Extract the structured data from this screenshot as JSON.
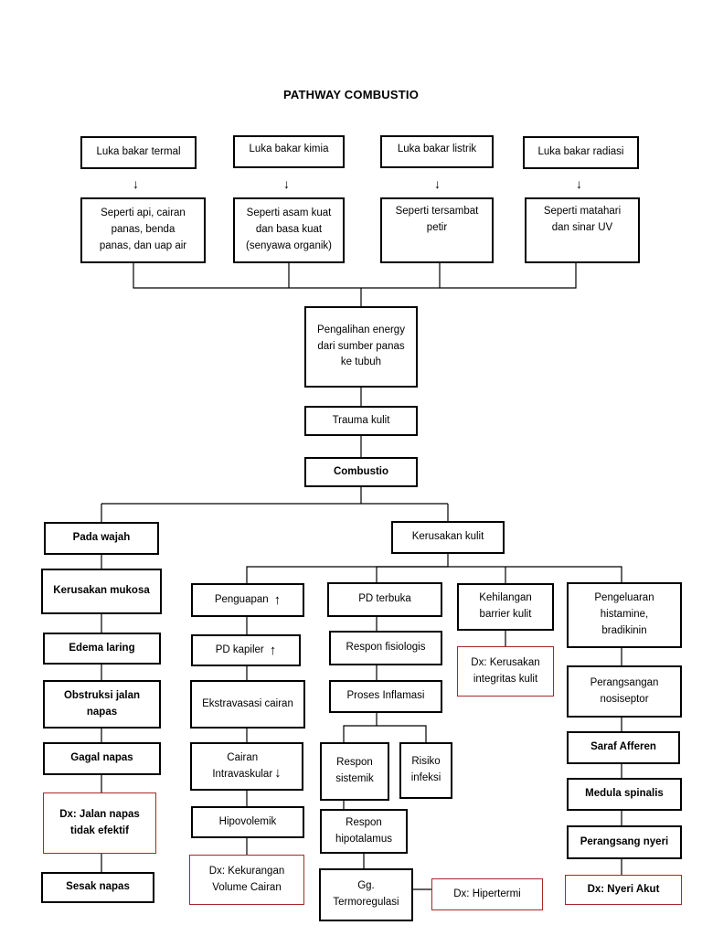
{
  "title": "PATHWAY COMBUSTIO",
  "causes": [
    {
      "type": "Luka bakar termal",
      "example": "Seperti api, cairan\npanas, benda\npanas, dan uap air"
    },
    {
      "type": "Luka bakar kimia",
      "example": "Seperti asam kuat\ndan basa kuat\n(senyawa organik)"
    },
    {
      "type": "Luka bakar listrik",
      "example": "Seperti tersambat\npetir"
    },
    {
      "type": "Luka bakar radiasi",
      "example": "Seperti matahari\ndan sinar UV"
    }
  ],
  "down_arrow": "↓",
  "up_arrow": "↑",
  "center": {
    "energy": "Pengalihan energy\ndari sumber panas\nke tubuh",
    "trauma": "Trauma kulit",
    "combustio": "Combustio"
  },
  "face": {
    "label": "Pada wajah",
    "steps": [
      "Kerusakan mukosa",
      "Edema laring",
      "Obstruksi jalan\nnapas",
      "Gagal napas"
    ],
    "dx": "Dx: Jalan napas\ntidak efektif",
    "end": "Sesak napas"
  },
  "skin": {
    "label": "Kerusakan kulit",
    "fluid": {
      "evaporation": "Penguapan",
      "capillary": "PD kapiler",
      "extravasation": "Ekstravasasi cairan",
      "intravascular": "Cairan\nIntravaskular",
      "hypovolemic": "Hipovolemik",
      "dx": "Dx: Kekurangan\nVolume Cairan"
    },
    "vessel": {
      "open": "PD terbuka",
      "physio": "Respon fisiologis",
      "inflammation": "Proses Inflamasi",
      "systemic": "Respon\nsistemik",
      "infection": "Risiko\ninfeksi",
      "hypothalamus": "Respon\nhipotalamus",
      "thermo": "Gg.\nTermoregulasi",
      "dx": "Dx: Hipertermi"
    },
    "barrier": {
      "loss": "Kehilangan\nbarrier kulit",
      "dx": "Dx: Kerusakan\nintegritas kulit"
    },
    "pain": {
      "histamine": "Pengeluaran\nhistamine,\nbradikinin",
      "nociceptor": "Perangsangan\nnosiseptor",
      "afferent": "Saraf Afferen",
      "spinal": "Medula spinalis",
      "stimulus": "Perangsang nyeri",
      "dx": "Dx: Nyeri Akut"
    }
  }
}
